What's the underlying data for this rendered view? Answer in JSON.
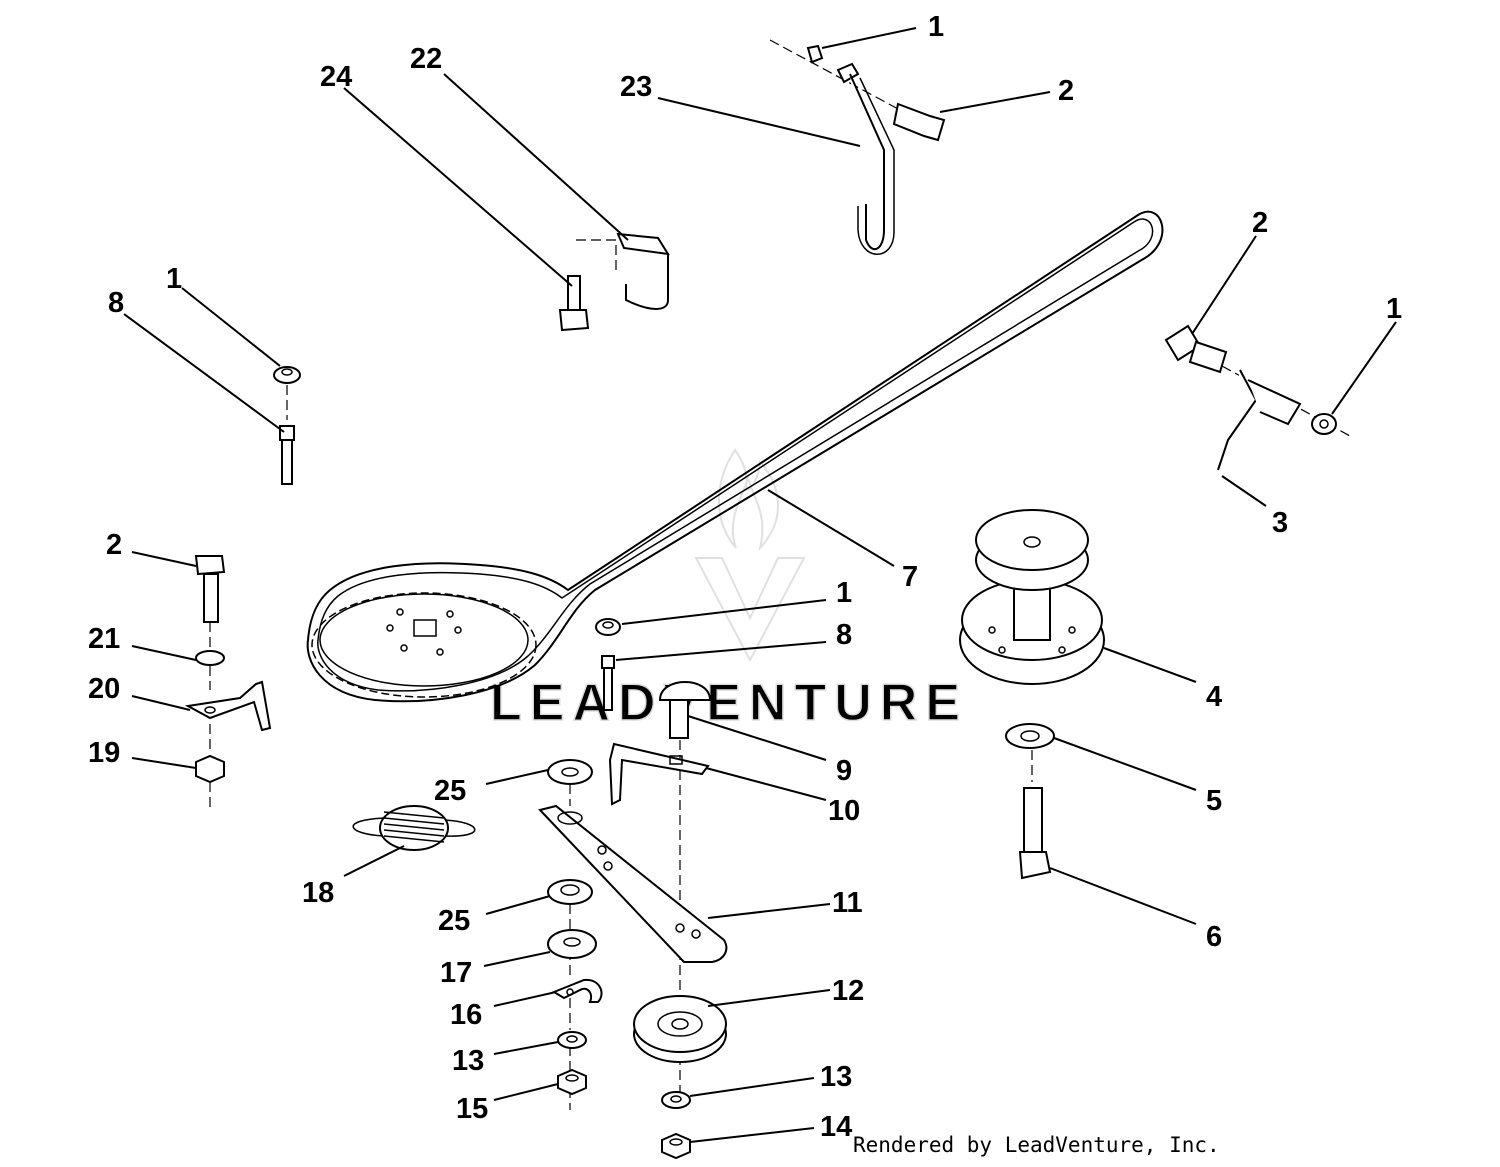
{
  "diagram": {
    "credit": "Rendered by LeadVenture, Inc.",
    "watermark": "LEADVENTURE",
    "callouts": [
      "1",
      "2",
      "23",
      "24",
      "22",
      "2",
      "1",
      "1",
      "8",
      "3",
      "7",
      "2",
      "1",
      "8",
      "4",
      "21",
      "20",
      "9",
      "19",
      "10",
      "25",
      "5",
      "18",
      "11",
      "25",
      "6",
      "17",
      "12",
      "16",
      "13",
      "13",
      "15",
      "14"
    ]
  }
}
